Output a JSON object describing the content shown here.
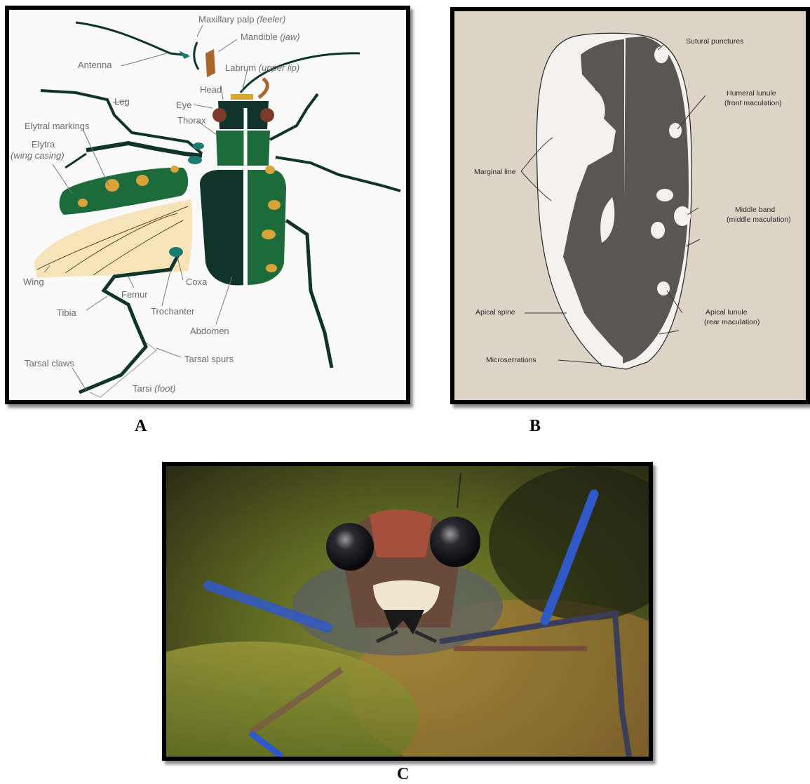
{
  "captions": {
    "a": "A",
    "b": "B",
    "c": "C"
  },
  "panel_a": {
    "labels": {
      "maxillary_palp": "Maxillary palp",
      "maxillary_palp_note": "(feeler)",
      "mandible": "Mandible",
      "mandible_note": "(jaw)",
      "antenna": "Antenna",
      "labrum": "Labrum",
      "labrum_note": "(upper lip)",
      "head": "Head",
      "leg": "Leg",
      "eye": "Eye",
      "thorax": "Thorax",
      "elytral_markings": "Elytral markings",
      "elytra": "Elytra",
      "elytra_note": "(wing casing)",
      "wing": "Wing",
      "femur": "Femur",
      "coxa": "Coxa",
      "tibia": "Tibia",
      "trochanter": "Trochanter",
      "abdomen": "Abdomen",
      "tarsal_claws": "Tarsal claws",
      "tarsal_spurs": "Tarsal spurs",
      "tarsi": "Tarsi",
      "tarsi_note": "(foot)"
    },
    "colors": {
      "body": "#10342a",
      "elytra": "#1d6b3a",
      "spots": "#d8a43a",
      "wing": "#f6e4b8",
      "mandible": "#a9662e"
    }
  },
  "panel_b": {
    "labels": {
      "sutural_punctures": "Sutural punctures",
      "humeral_lunule": "Humeral lunule",
      "humeral_lunule_note": "(front maculation)",
      "marginal_line": "Marginal line",
      "middle_band": "Middle band",
      "middle_band_note": "(middle maculation)",
      "apical_spine": "Apical spine",
      "apical_lunule": "Apical lunule",
      "apical_lunule_note": "(rear maculation)",
      "microserrations": "Microserrations"
    },
    "colors": {
      "paper": "#ddd4c8",
      "pattern": "#5a5753"
    }
  },
  "panel_c": {
    "colors": {
      "background": "#6f7a2e",
      "eyes": "#1a1a1c",
      "legs": "#2f59c8"
    }
  }
}
